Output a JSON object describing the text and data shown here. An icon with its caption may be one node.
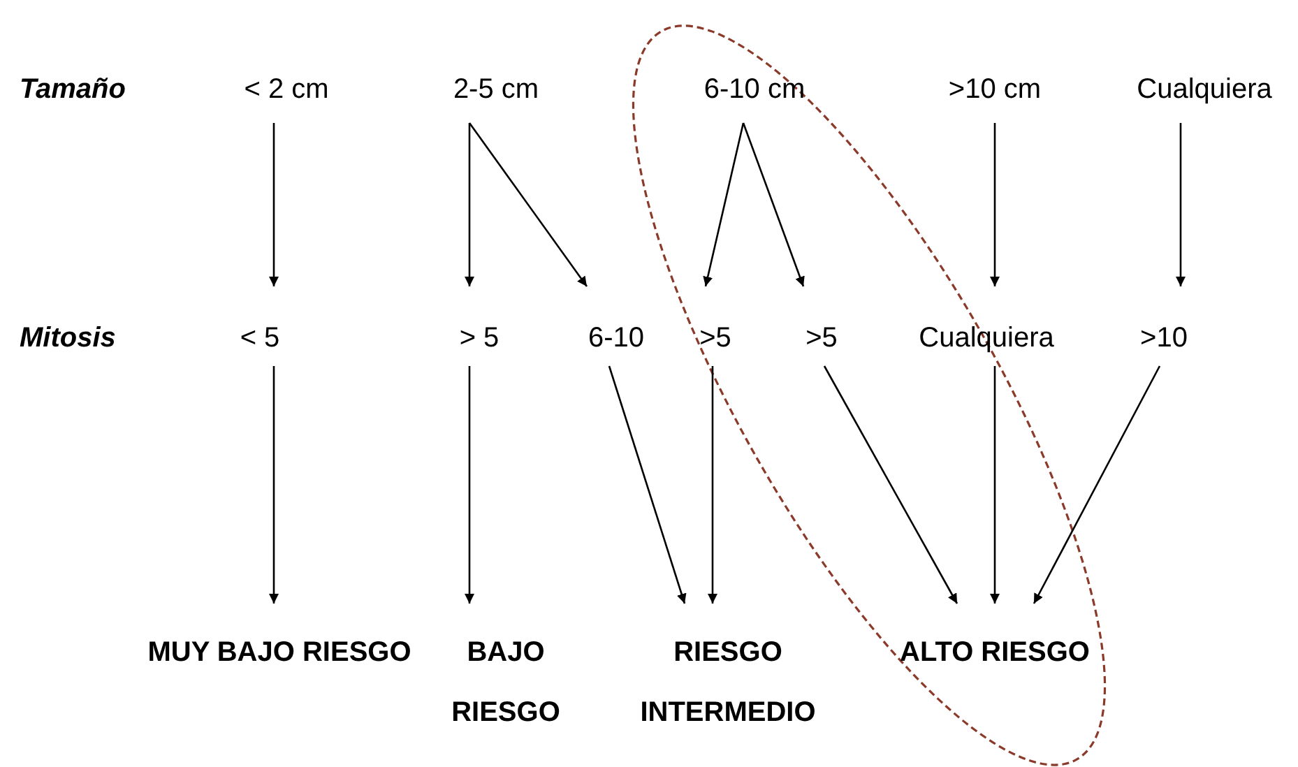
{
  "diagram": {
    "nodes": [
      {
        "text": [
          "< 2 cm"
        ]
      },
      {
        "text": [
          "2-5 cm"
        ]
      },
      {
        "text": [
          "6-10 cm"
        ]
      },
      {
        "text": [
          ">10 cm"
        ]
      },
      {
        "text": [
          "Cualquiera"
        ]
      },
      {
        "text": [
          "< 5"
        ]
      },
      {
        "text": [
          "> 5"
        ]
      },
      {
        "text": [
          "6-10"
        ]
      },
      {
        "text": [
          ">5"
        ]
      },
      {
        "text": [
          ">5"
        ]
      },
      {
        "text": [
          "Cualquiera"
        ]
      },
      {
        "text": [
          ">10"
        ]
      },
      {
        "text": [
          "MUY BAJO RIESGO"
        ]
      },
      {
        "text": [
          "BAJO RIESGO"
        ]
      },
      {
        "text": [
          "RIESGO INTERMEDIO"
        ]
      },
      {
        "text": [
          "ALTO RIESGO"
        ]
      }
    ],
    "edges": [
      {
        "from": 0,
        "to": 5,
        "arrow": "to"
      },
      {
        "from": 1,
        "to": 6,
        "arrow": "to"
      },
      {
        "from": 1,
        "to": 7,
        "arrow": "to"
      },
      {
        "from": 2,
        "to": 8,
        "arrow": "to"
      },
      {
        "from": 2,
        "to": 9,
        "arrow": "to"
      },
      {
        "from": 3,
        "to": 10,
        "arrow": "to"
      },
      {
        "from": 4,
        "to": 11,
        "arrow": "to"
      },
      {
        "from": 5,
        "to": 12,
        "arrow": "to"
      },
      {
        "from": 6,
        "to": 13,
        "arrow": "to"
      },
      {
        "from": 7,
        "to": 14,
        "arrow": "to"
      },
      {
        "from": 8,
        "to": 14,
        "arrow": "to"
      },
      {
        "from": 9,
        "to": 15,
        "arrow": "to"
      },
      {
        "from": 10,
        "to": 15,
        "arrow": "to"
      },
      {
        "from": 11,
        "to": 15,
        "arrow": "to"
      }
    ],
    "labels": [
      "Tamaño",
      "Mitosis"
    ]
  }
}
